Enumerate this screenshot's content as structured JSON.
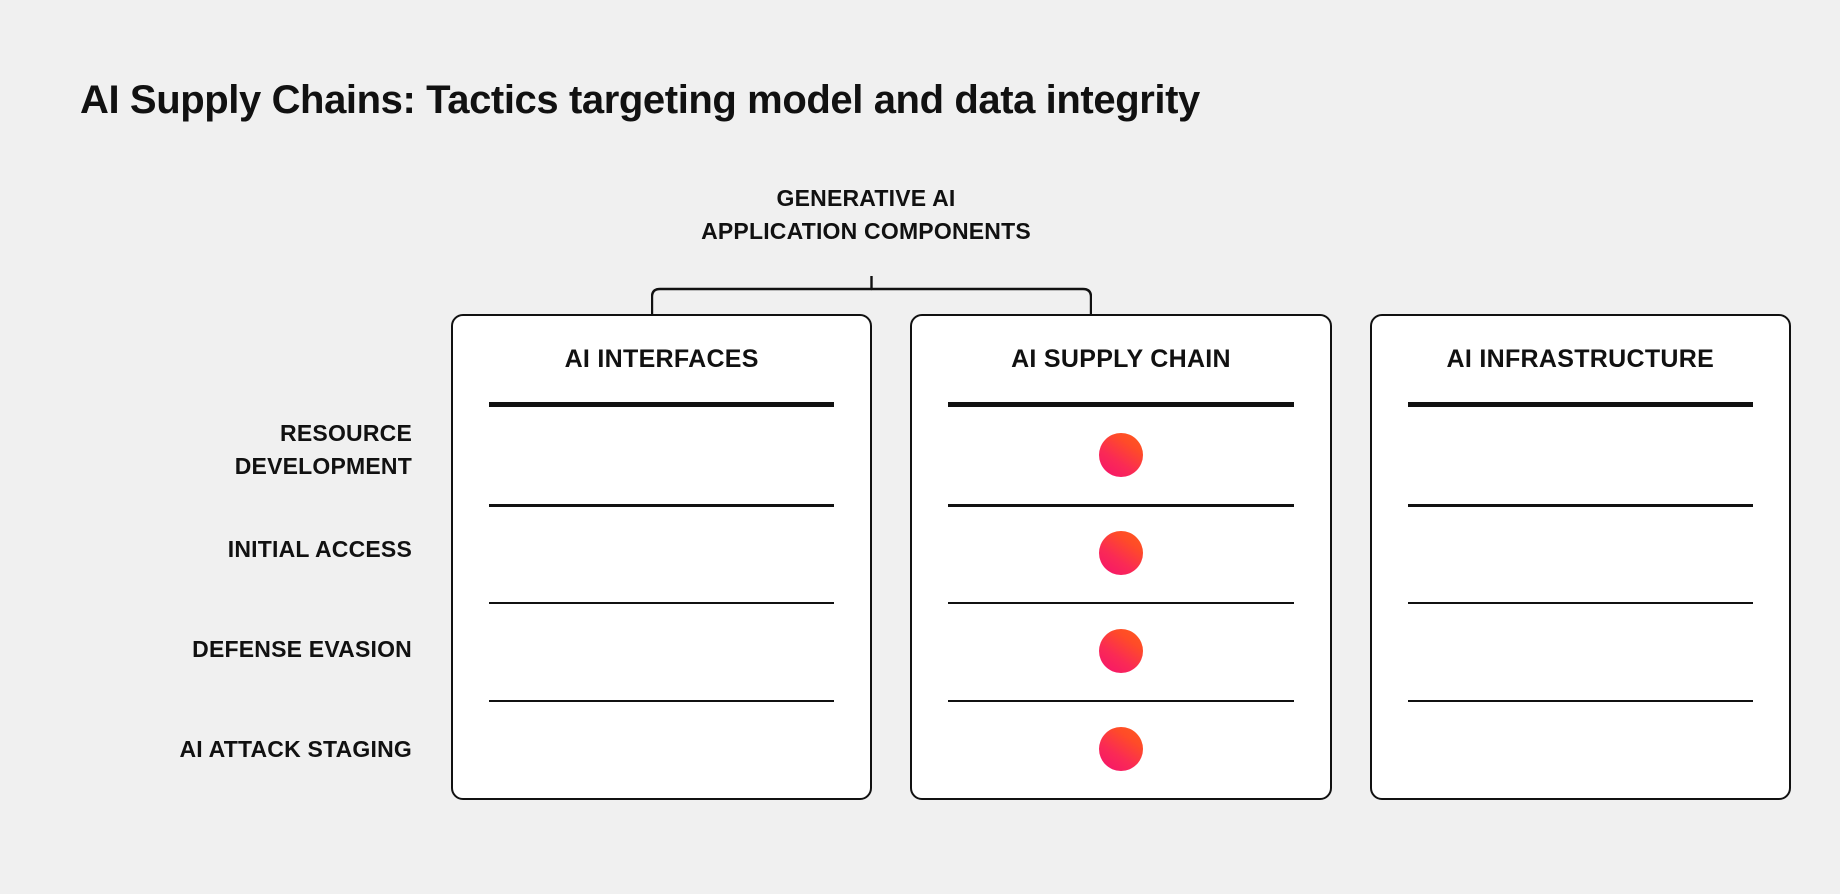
{
  "page": {
    "title": "AI Supply Chains: Tactics targeting model and data integrity",
    "background_color": "#f0f0f0",
    "text_color": "#111111"
  },
  "group_bracket": {
    "label_line1": "GENERATIVE AI",
    "label_line2": "APPLICATION COMPONENTS",
    "spans_columns": [
      "AI INTERFACES",
      "AI SUPPLY CHAIN"
    ]
  },
  "row_labels": [
    {
      "text": "RESOURCE\nDEVELOPMENT"
    },
    {
      "text": "INITIAL ACCESS"
    },
    {
      "text": "DEFENSE EVASION"
    },
    {
      "text": "AI ATTACK STAGING"
    }
  ],
  "columns": [
    {
      "title": "AI INTERFACES",
      "rows": [
        {
          "marked": false
        },
        {
          "marked": false
        },
        {
          "marked": false
        },
        {
          "marked": false
        }
      ]
    },
    {
      "title": "AI SUPPLY CHAIN",
      "rows": [
        {
          "marked": true
        },
        {
          "marked": true
        },
        {
          "marked": true
        },
        {
          "marked": true
        }
      ]
    },
    {
      "title": "AI INFRASTRUCTURE",
      "rows": [
        {
          "marked": false
        },
        {
          "marked": false
        },
        {
          "marked": false
        },
        {
          "marked": false
        }
      ]
    }
  ],
  "marker": {
    "shape": "circle",
    "gradient_from": "#f5126e",
    "gradient_to": "#ff5a1e"
  }
}
